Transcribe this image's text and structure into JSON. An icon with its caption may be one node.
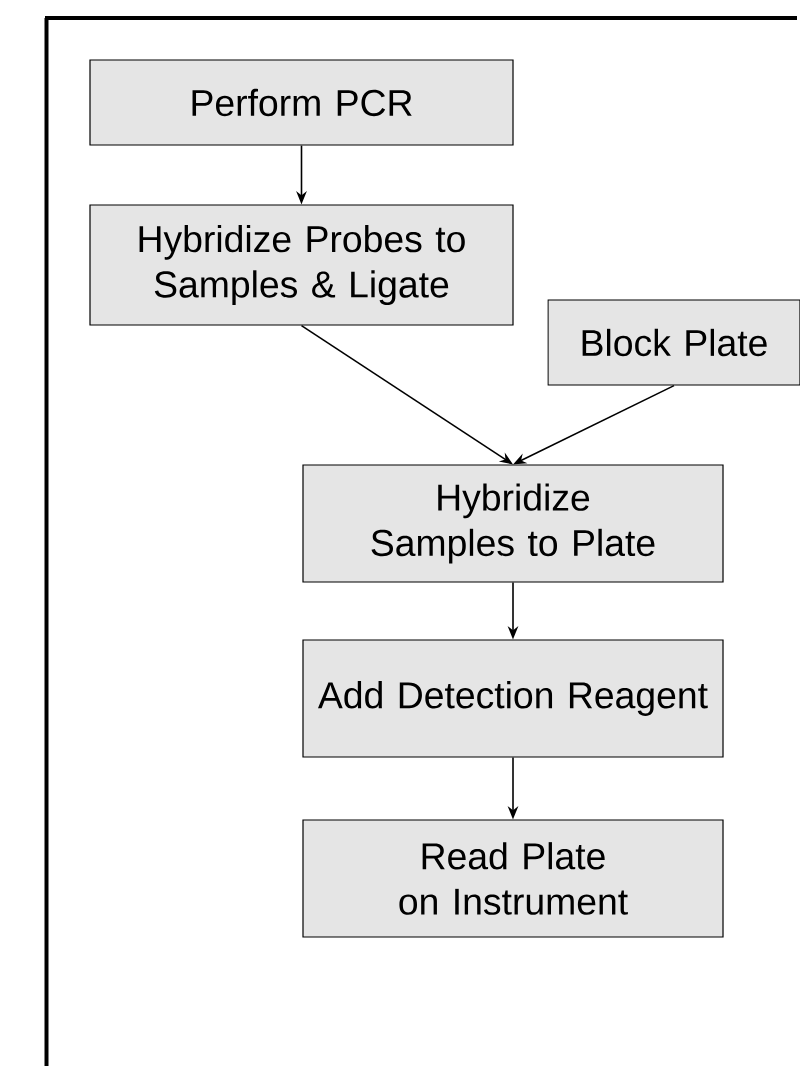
{
  "diagram": {
    "nodes": [
      {
        "text": [
          "Perform PCR"
        ]
      },
      {
        "text": [
          "Hybridize Probes to Samples & Ligate"
        ]
      },
      {
        "text": [
          "Block Plate"
        ]
      },
      {
        "text": [
          "Hybridize Samples to Plate"
        ]
      },
      {
        "text": [
          "Add Detection Reagent"
        ]
      },
      {
        "text": [
          "Read Plate on Instrument"
        ]
      }
    ],
    "edges": [
      {
        "from": 0,
        "to": 1,
        "arrow": "to"
      },
      {
        "from": 1,
        "to": 3,
        "arrow": "to"
      },
      {
        "from": 2,
        "to": 3,
        "arrow": "to"
      },
      {
        "from": 3,
        "to": 4,
        "arrow": "to"
      },
      {
        "from": 4,
        "to": 5,
        "arrow": "to"
      }
    ]
  }
}
